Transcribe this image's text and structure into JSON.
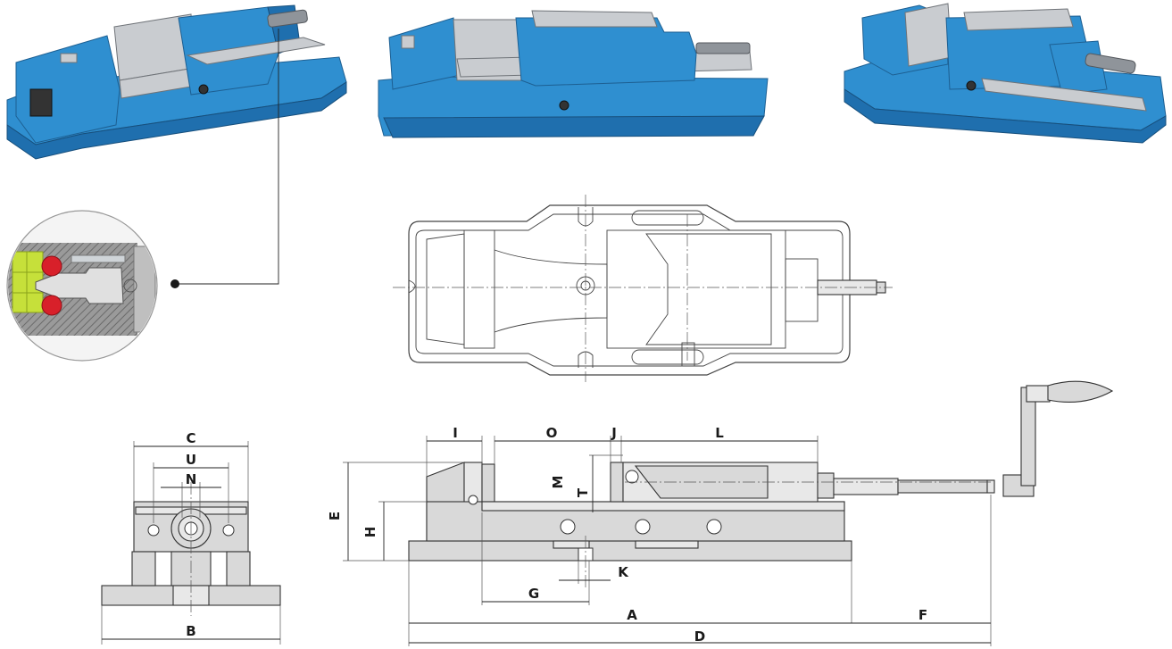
{
  "dimensions": {
    "A": "A",
    "B": "B",
    "C": "C",
    "D": "D",
    "E": "E",
    "F": "F",
    "G": "G",
    "H": "H",
    "I": "I",
    "J": "J",
    "K": "K",
    "L": "L",
    "M": "M",
    "N": "N",
    "O": "O",
    "T": "T",
    "U": "U"
  },
  "colors": {
    "body": "#2f8fd0",
    "jaw": "#c9ccd0",
    "detail_yellow": "#c6e03a",
    "detail_red": "#d8202a",
    "drawing_fill": "#d9d9d9"
  }
}
